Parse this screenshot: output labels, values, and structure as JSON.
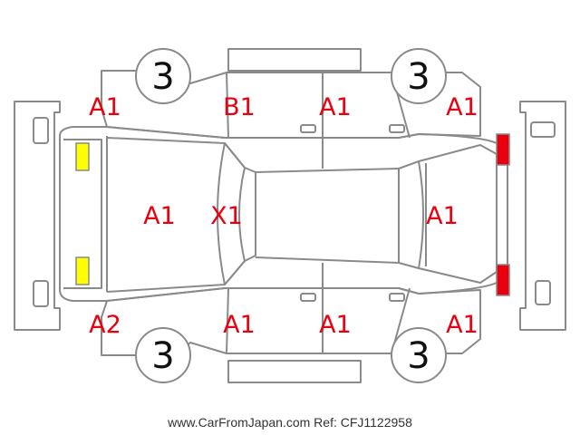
{
  "damage_codes": {
    "front_bumper_left": "A1",
    "front_door_left": "B1",
    "rear_door_left": "A1",
    "rear_quarter_left": "A1",
    "hood": "A1",
    "windshield": "X1",
    "trunk": "A1",
    "front_bumper_right": "A2",
    "front_door_right": "A1",
    "rear_door_right": "A1",
    "rear_quarter_right": "A1"
  },
  "tires": {
    "front_left": "3",
    "rear_left": "3",
    "front_right": "3",
    "rear_right": "3"
  },
  "colors": {
    "outline": "#888888",
    "code_text": "#e8000f",
    "headlight": "#ffff00",
    "taillight": "#e8000f"
  },
  "footer": {
    "site": "www.CarFromJapan.com",
    "ref": "Ref: CFJ1122958"
  }
}
